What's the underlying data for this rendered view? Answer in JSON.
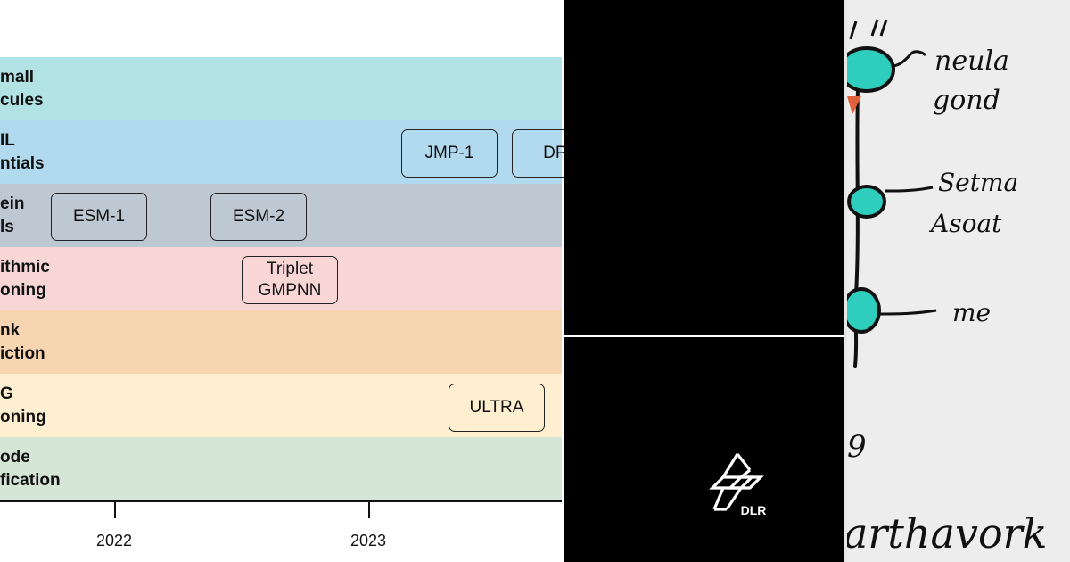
{
  "timeline": {
    "bands": [
      {
        "line1": "mall",
        "line2": "cules",
        "color": "#b1e3e4"
      },
      {
        "line1": "IL",
        "line2": "ntials",
        "color": "#b1daee"
      },
      {
        "line1": "ein",
        "line2": "ls",
        "color": "#bdc8d3"
      },
      {
        "line1": "ithmic",
        "line2": "oning",
        "color": "#f8d6d6"
      },
      {
        "line1": "nk",
        "line2": "iction",
        "color": "#f7d5b1"
      },
      {
        "line1": "G",
        "line2": "oning",
        "color": "#fdefcf"
      },
      {
        "line1": "ode",
        "line2": "fication",
        "color": "#d5e6d6"
      }
    ],
    "tags": [
      {
        "line1": "JMP-1",
        "line2": ""
      },
      {
        "line1": "DPA",
        "line2": ""
      },
      {
        "line1": "ESM-1",
        "line2": ""
      },
      {
        "line1": "ESM-2",
        "line2": ""
      },
      {
        "line1": "Triplet",
        "line2": "GMPNN"
      },
      {
        "line1": "ULTRA",
        "line2": ""
      }
    ],
    "axis": {
      "ticks": [
        "2022",
        "2023"
      ]
    }
  },
  "middle": {
    "logo_text": "DLR",
    "logo_icon": "dlr-logo-icon"
  },
  "sketch": {
    "handwriting": [
      "neula",
      "gond",
      "Setma",
      "Asoat",
      "me",
      "9",
      "arthavork",
      "''"
    ]
  }
}
